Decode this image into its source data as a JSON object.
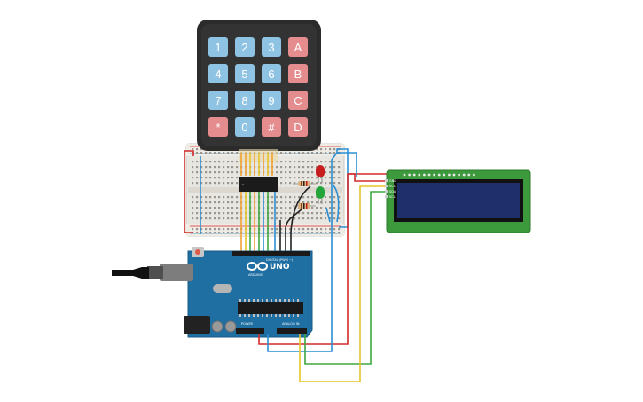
{
  "keypad": {
    "keys": [
      "1",
      "2",
      "3",
      "A",
      "4",
      "5",
      "6",
      "B",
      "7",
      "8",
      "9",
      "C",
      "*",
      "0",
      "#",
      "D"
    ],
    "digit_color": "#8fc3e3",
    "letter_color": "#e58c8f",
    "body_color": "#2b2b2b"
  },
  "arduino": {
    "brand": "UNO",
    "sub_brand": "ARDUINO",
    "digital_label": "DIGITAL (PWM ~)",
    "power_label": "POWER",
    "analog_label": "ANALOG IN",
    "board_color": "#1f6fa3"
  },
  "lcd": {
    "pins": [
      "GND",
      "VCC",
      "SDA",
      "SCL"
    ],
    "pcb_color": "#3c9a3c",
    "screen_color": "#1e2f6b"
  },
  "leds": {
    "red": "#c81d1d",
    "green": "#22a63a"
  },
  "wire_colors": {
    "red": "#d42a2a",
    "blue": "#2b8fd4",
    "green": "#3ea83e",
    "yellow": "#e7c52a",
    "orange": "#f2a233",
    "black": "#222222"
  }
}
